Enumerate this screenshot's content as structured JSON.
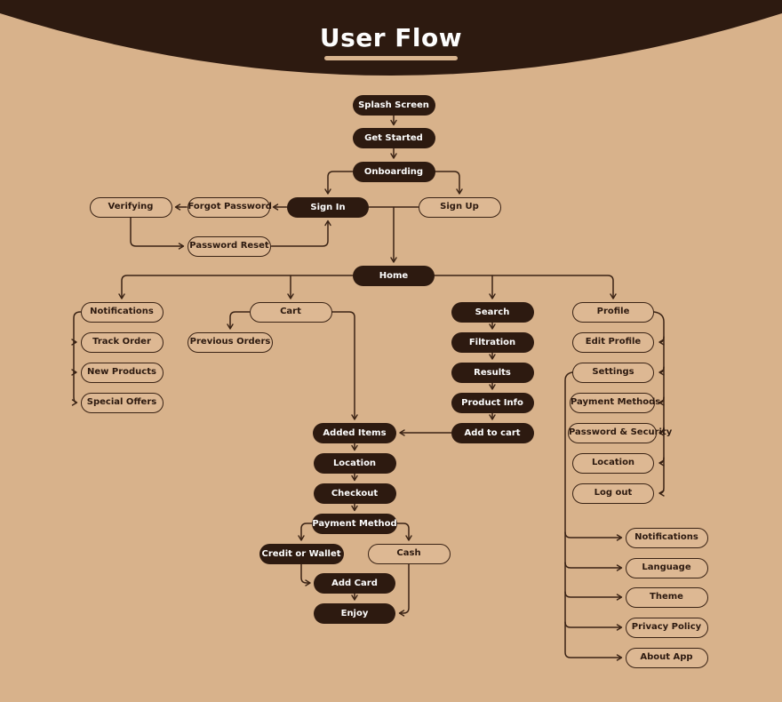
{
  "title": "User Flow",
  "colors": {
    "background": "#d8b28b",
    "header": "#2d1a10",
    "node_dark": "#2d1a10",
    "node_outline_fill": "#ddb893",
    "line": "#3a2315",
    "text_light": "#fdfdfd",
    "text_dark": "#2d1a10",
    "underline": "#d9b48e"
  },
  "nodes": [
    {
      "id": "splash-screen",
      "label": "Splash Screen",
      "style": "solid"
    },
    {
      "id": "get-started",
      "label": "Get Started",
      "style": "solid"
    },
    {
      "id": "onboarding",
      "label": "Onboarding",
      "style": "solid"
    },
    {
      "id": "verifying",
      "label": "Verifying",
      "style": "outline"
    },
    {
      "id": "forgot-password",
      "label": "Forgot Password",
      "style": "outline"
    },
    {
      "id": "sign-in",
      "label": "Sign In",
      "style": "solid"
    },
    {
      "id": "sign-up",
      "label": "Sign Up",
      "style": "outline"
    },
    {
      "id": "password-reset",
      "label": "Password Reset",
      "style": "outline"
    },
    {
      "id": "home",
      "label": "Home",
      "style": "solid"
    },
    {
      "id": "notifications",
      "label": "Notifications",
      "style": "outline"
    },
    {
      "id": "track-order",
      "label": "Track Order",
      "style": "outline"
    },
    {
      "id": "new-products",
      "label": "New Products",
      "style": "outline"
    },
    {
      "id": "special-offers",
      "label": "Special Offers",
      "style": "outline"
    },
    {
      "id": "cart",
      "label": "Cart",
      "style": "outline"
    },
    {
      "id": "previous-orders",
      "label": "Previous Orders",
      "style": "outline"
    },
    {
      "id": "search",
      "label": "Search",
      "style": "solid"
    },
    {
      "id": "filtration",
      "label": "Filtration",
      "style": "solid"
    },
    {
      "id": "results",
      "label": "Results",
      "style": "solid"
    },
    {
      "id": "product-info",
      "label": "Product Info",
      "style": "solid"
    },
    {
      "id": "add-to-cart",
      "label": "Add to cart",
      "style": "solid"
    },
    {
      "id": "profile",
      "label": "Profile",
      "style": "outline"
    },
    {
      "id": "edit-profile",
      "label": "Edit Profile",
      "style": "outline"
    },
    {
      "id": "settings",
      "label": "Settings",
      "style": "outline"
    },
    {
      "id": "payment-methods",
      "label": "Payment Methods",
      "style": "outline"
    },
    {
      "id": "password-security",
      "label": "Password & Security",
      "style": "outline"
    },
    {
      "id": "location-profile",
      "label": "Location",
      "style": "outline"
    },
    {
      "id": "log-out",
      "label": "Log out",
      "style": "outline"
    },
    {
      "id": "added-items",
      "label": "Added Items",
      "style": "solid"
    },
    {
      "id": "location",
      "label": "Location",
      "style": "solid"
    },
    {
      "id": "checkout",
      "label": "Checkout",
      "style": "solid"
    },
    {
      "id": "payment-method",
      "label": "Payment Method",
      "style": "solid"
    },
    {
      "id": "credit-or-wallet",
      "label": "Credit or Wallet",
      "style": "solid"
    },
    {
      "id": "cash",
      "label": "Cash",
      "style": "outline"
    },
    {
      "id": "add-card",
      "label": "Add Card",
      "style": "solid"
    },
    {
      "id": "enjoy",
      "label": "Enjoy",
      "style": "solid"
    },
    {
      "id": "notifications-settings",
      "label": "Notifications",
      "style": "outline"
    },
    {
      "id": "language",
      "label": "Language",
      "style": "outline"
    },
    {
      "id": "theme",
      "label": "Theme",
      "style": "outline"
    },
    {
      "id": "privacy-policy",
      "label": "Privacy Policy",
      "style": "outline"
    },
    {
      "id": "about-app",
      "label": "About App",
      "style": "outline"
    }
  ],
  "edges": [
    {
      "from": "splash-screen",
      "to": "get-started"
    },
    {
      "from": "get-started",
      "to": "onboarding"
    },
    {
      "from": "onboarding",
      "to": "sign-in"
    },
    {
      "from": "onboarding",
      "to": "sign-up"
    },
    {
      "from": "sign-in",
      "to": "forgot-password"
    },
    {
      "from": "forgot-password",
      "to": "verifying"
    },
    {
      "from": "verifying",
      "to": "password-reset"
    },
    {
      "from": "password-reset",
      "to": "sign-in"
    },
    {
      "from": "sign-in",
      "to": "home"
    },
    {
      "from": "sign-up",
      "to": "home"
    },
    {
      "from": "home",
      "to": "notifications"
    },
    {
      "from": "home",
      "to": "cart"
    },
    {
      "from": "home",
      "to": "search"
    },
    {
      "from": "home",
      "to": "profile"
    },
    {
      "from": "notifications",
      "to": "track-order"
    },
    {
      "from": "notifications",
      "to": "new-products"
    },
    {
      "from": "notifications",
      "to": "special-offers"
    },
    {
      "from": "cart",
      "to": "previous-orders"
    },
    {
      "from": "cart",
      "to": "added-items"
    },
    {
      "from": "search",
      "to": "filtration"
    },
    {
      "from": "filtration",
      "to": "results"
    },
    {
      "from": "results",
      "to": "product-info"
    },
    {
      "from": "product-info",
      "to": "add-to-cart"
    },
    {
      "from": "add-to-cart",
      "to": "added-items"
    },
    {
      "from": "added-items",
      "to": "location"
    },
    {
      "from": "location",
      "to": "checkout"
    },
    {
      "from": "checkout",
      "to": "payment-method"
    },
    {
      "from": "payment-method",
      "to": "credit-or-wallet"
    },
    {
      "from": "payment-method",
      "to": "cash"
    },
    {
      "from": "credit-or-wallet",
      "to": "add-card"
    },
    {
      "from": "add-card",
      "to": "enjoy"
    },
    {
      "from": "cash",
      "to": "enjoy"
    },
    {
      "from": "profile",
      "to": "edit-profile"
    },
    {
      "from": "profile",
      "to": "settings"
    },
    {
      "from": "profile",
      "to": "payment-methods"
    },
    {
      "from": "profile",
      "to": "password-security"
    },
    {
      "from": "profile",
      "to": "location-profile"
    },
    {
      "from": "profile",
      "to": "log-out"
    },
    {
      "from": "settings",
      "to": "notifications-settings"
    },
    {
      "from": "settings",
      "to": "language"
    },
    {
      "from": "settings",
      "to": "theme"
    },
    {
      "from": "settings",
      "to": "privacy-policy"
    },
    {
      "from": "settings",
      "to": "about-app"
    }
  ]
}
